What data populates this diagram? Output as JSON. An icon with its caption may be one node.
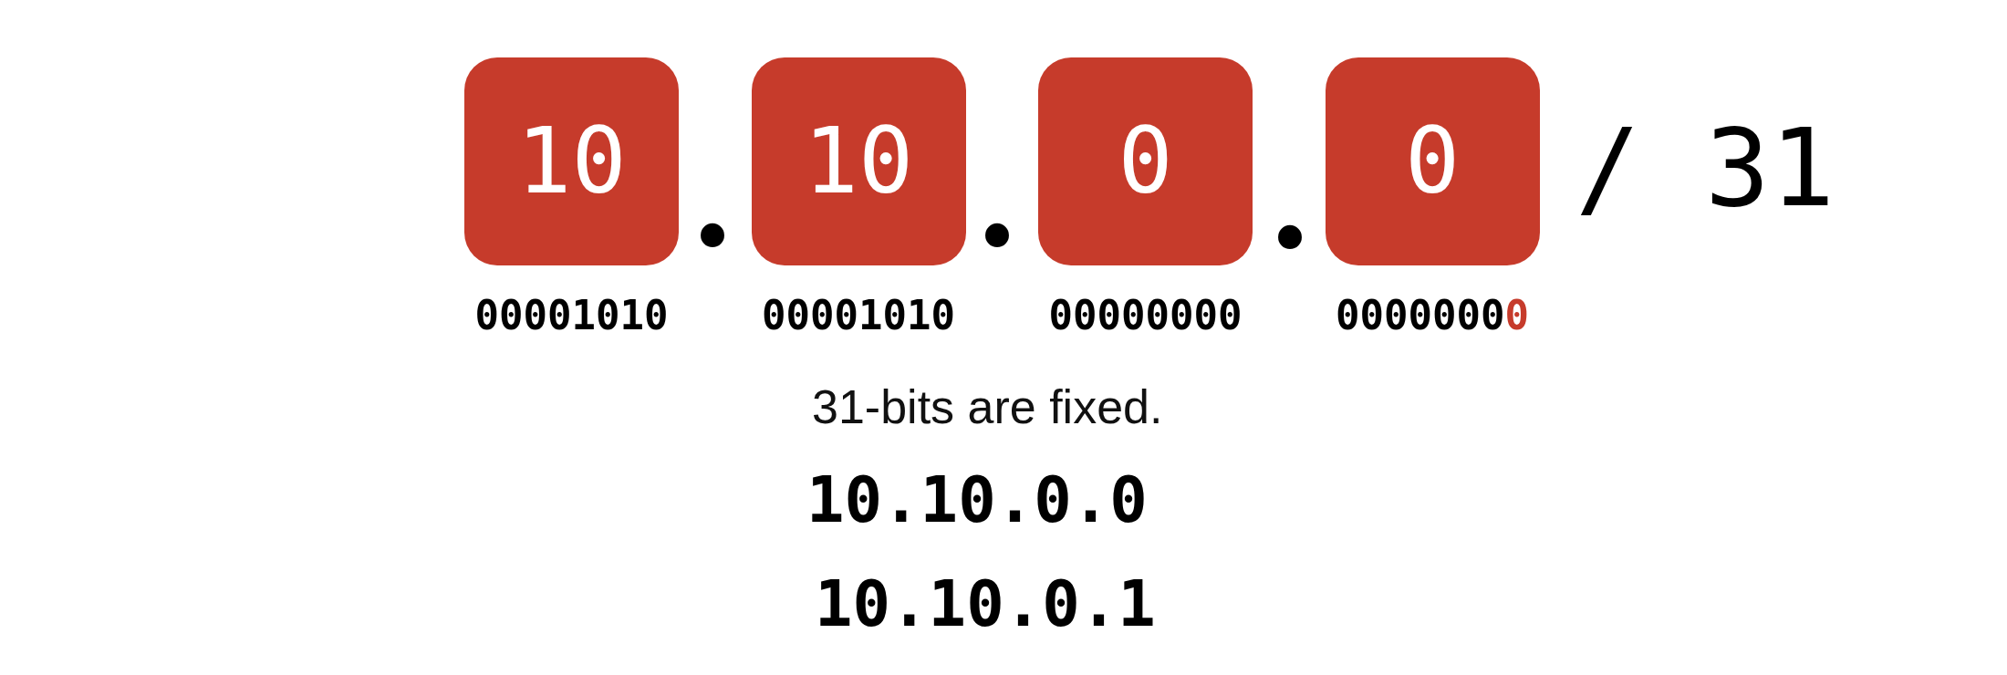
{
  "diagram": {
    "nodes": [
      {
        "text": [
          "10"
        ],
        "beside": [
          "00001010"
        ]
      },
      {
        "text": [
          "10"
        ],
        "beside": [
          "00001010"
        ]
      },
      {
        "text": [
          "0"
        ],
        "beside": [
          "00000000"
        ]
      },
      {
        "text": [
          "0"
        ],
        "beside": [
          "00000000"
        ]
      }
    ],
    "labels": [
      ".",
      ".",
      ".",
      "/ 31",
      "31-bits are fixed.",
      "10.10.0.0",
      "10.10.0.1"
    ]
  }
}
